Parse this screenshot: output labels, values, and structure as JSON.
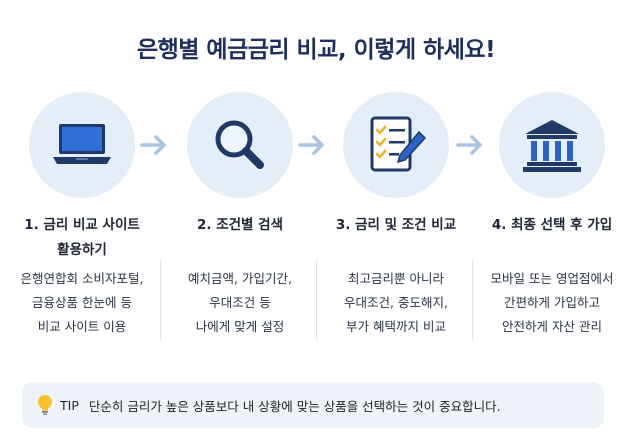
{
  "title": "은행별 예금금리 비교, 이렇게 하세요!",
  "steps": [
    {
      "icon": "laptop-icon",
      "title_lines": [
        "1. 금리 비교 사이트",
        "활용하기"
      ],
      "desc_lines": [
        "은행연합회 소비자포털,",
        "금융상품 한눈에 등",
        "비교 사이트 이용"
      ]
    },
    {
      "icon": "magnifier-icon",
      "title_lines": [
        "2. 조건별 검색"
      ],
      "desc_lines": [
        "예치금액, 가입기간,",
        "우대조건 등",
        "나에게 맞게 설정"
      ]
    },
    {
      "icon": "checklist-icon",
      "title_lines": [
        "3. 금리 및 조건 비교"
      ],
      "desc_lines": [
        "최고금리뿐 아니라",
        "우대조건, 중도해지,",
        "부가 혜택까지 비교"
      ]
    },
    {
      "icon": "bank-icon",
      "title_lines": [
        "4. 최종 선택 후 가입"
      ],
      "desc_lines": [
        "모바일 또는 영업점에서",
        "간편하게 가입하고",
        "안전하게 자산 관리"
      ]
    }
  ],
  "tip": {
    "label": "TIP",
    "text": "단순히 금리가 높은 상품보다 내 상황에 맞는 상품을 선택하는 것이 중요합니다."
  },
  "colors": {
    "title": "#1c2f5e",
    "icon_dark": "#1f3a68",
    "icon_blue": "#2a63c9",
    "circle_bg": "#e3eef9",
    "arrow": "#a9c3e3",
    "check": "#f2b21b",
    "tip_bg": "#eef3fa"
  }
}
